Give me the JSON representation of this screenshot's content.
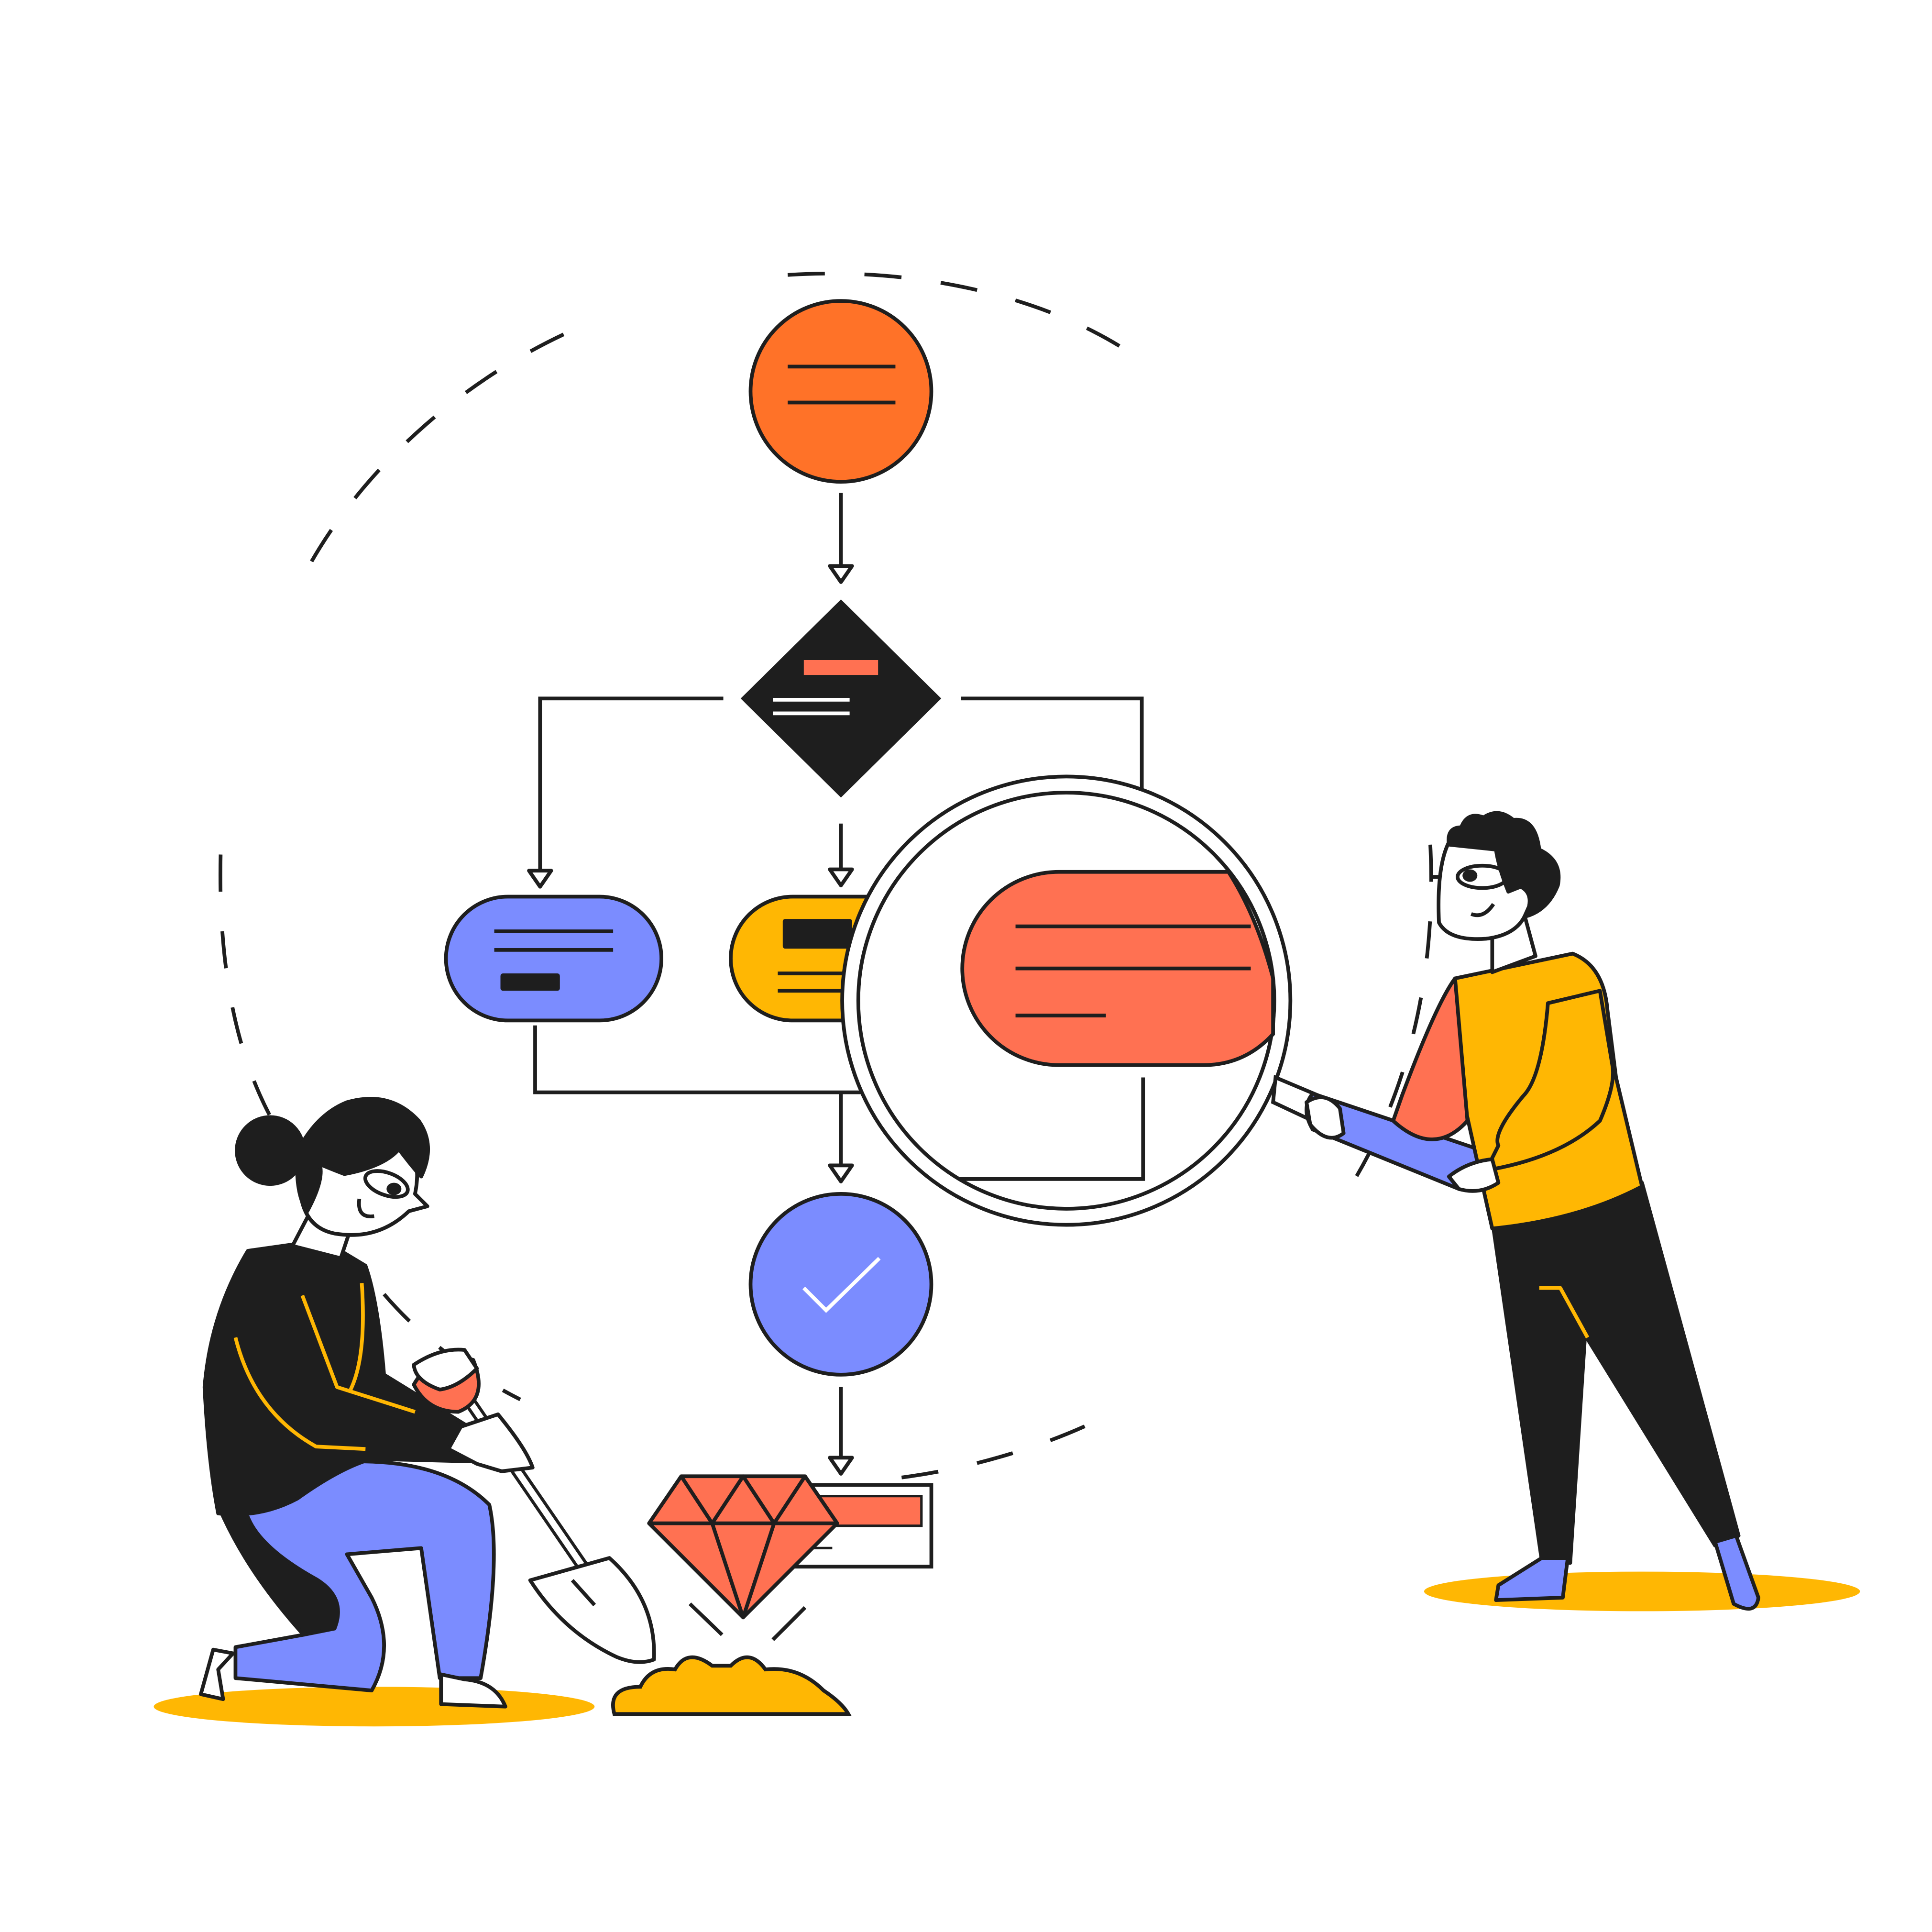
{
  "colors": {
    "orange": "#FF7228",
    "coral": "#FF7152",
    "periwinkle": "#7B8CFF",
    "yellow": "#FFB703",
    "ink": "#1E1E1E",
    "paper": "#FFFFFF",
    "cream": "#FFEFC2"
  },
  "flowchart": {
    "start_node": {
      "shape": "circle",
      "color": "orange"
    },
    "decision_node": {
      "shape": "diamond",
      "color": "ink"
    },
    "branch_nodes": [
      {
        "shape": "pill",
        "color": "periwinkle"
      },
      {
        "shape": "pill",
        "color": "yellow"
      },
      {
        "shape": "pill",
        "color": "coral",
        "magnified": true
      }
    ],
    "end_node": {
      "shape": "circle",
      "color": "periwinkle",
      "icon": "check-icon"
    }
  },
  "icons": [
    "magnifier-icon",
    "shovel-icon",
    "gem-icon",
    "check-icon"
  ]
}
